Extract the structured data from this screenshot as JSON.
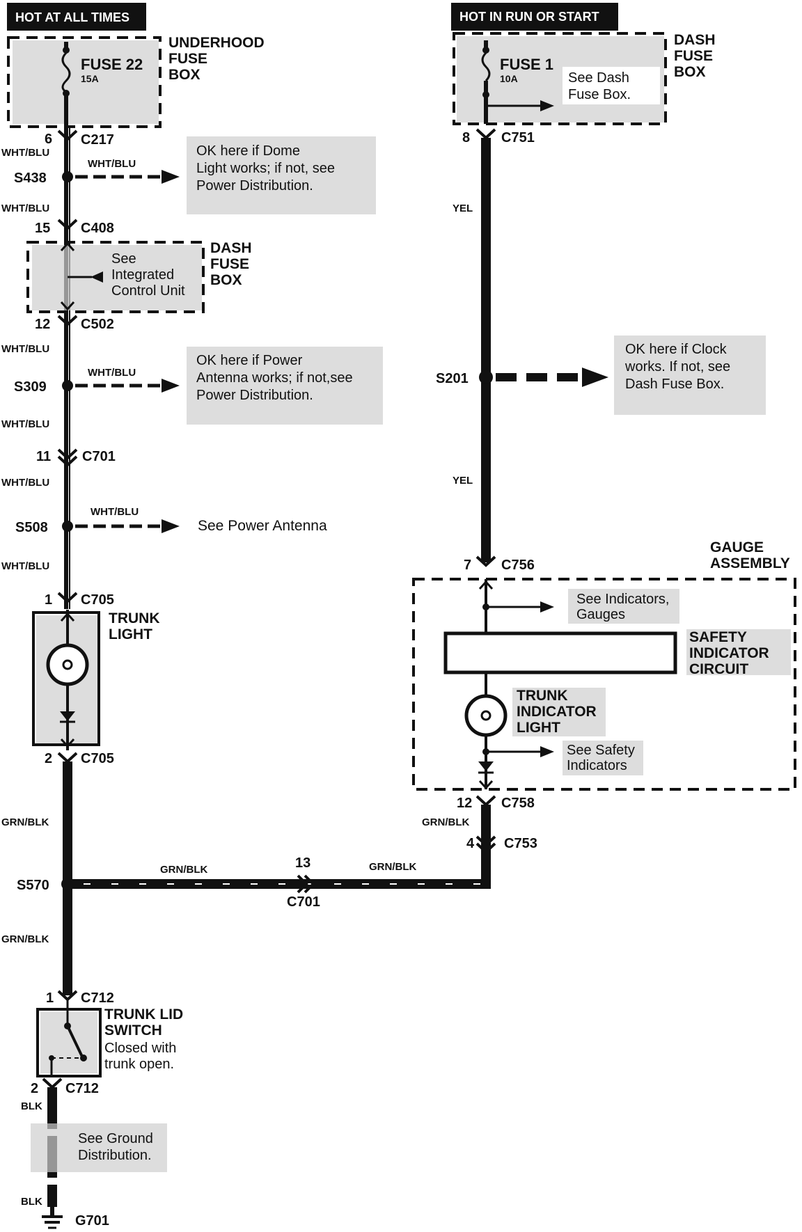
{
  "headers": {
    "left": "HOT AT ALL TIMES",
    "right": "HOT IN RUN OR START"
  },
  "underhood_fuse_box": {
    "title": "UNDERHOOD\nFUSE\nBOX",
    "fuse_name": "FUSE  22",
    "fuse_rating": "15A"
  },
  "dash_fuse_box_top": {
    "title": "DASH\nFUSE\nBOX",
    "fuse_name": "FUSE 1",
    "fuse_rating": "10A",
    "note": "See Dash\nFuse Box."
  },
  "dash_fuse_box_mid": {
    "title": "DASH\nFUSE\nBOX",
    "note": "See\nIntegrated\nControl Unit"
  },
  "left_chain": {
    "c217_pin": "6",
    "c217": "C217",
    "wire_wht_blu": "WHT/BLU",
    "s438": "S438",
    "s438_note": "OK here if Dome\nLight works; if not, see\nPower Distribution.",
    "c408_pin": "15",
    "c408": "C408",
    "c502_pin": "12",
    "c502": "C502",
    "s309": "S309",
    "s309_note": "OK here if Power\nAntenna works; if not,see\nPower Distribution.",
    "c701_pin": "11",
    "c701": "C701",
    "s508": "S508",
    "s508_note": "See Power Antenna",
    "c705_top_pin": "1",
    "c705_top": "C705",
    "trunk_light": "TRUNK\nLIGHT",
    "c705_bot_pin": "2",
    "c705_bot": "C705",
    "wire_grn_blk": "GRN/BLK",
    "s570": "S570",
    "c712_top_pin": "1",
    "c712_top": "C712",
    "switch_title": "TRUNK LID\nSWITCH",
    "switch_note": "Closed with\ntrunk open.",
    "c712_bot_pin": "2",
    "c712_bot": "C712",
    "wire_blk": "BLK",
    "ground_note": "See Ground\nDistribution.",
    "g701": "G701"
  },
  "right_chain": {
    "c751_pin": "8",
    "c751": "C751",
    "wire_yel": "YEL",
    "s201": "S201",
    "s201_note": "OK here if Clock\nworks. If not, see\nDash Fuse Box.",
    "c756_pin": "7",
    "c756": "C756",
    "gauge_title": "GAUGE\nASSEMBLY",
    "indicators_note": "See Indicators,\nGauges",
    "safety_circuit": "SAFETY\nINDICATOR\nCIRCUIT",
    "trunk_indicator": "TRUNK\nINDICATOR\nLIGHT",
    "safety_note": "See Safety\nIndicators",
    "c758_pin": "12",
    "c758": "C758",
    "wire_grn_blk": "GRN/BLK",
    "c753_pin": "4",
    "c753": "C753"
  },
  "bottom_link": {
    "wire_left": "GRN/BLK",
    "wire_right": "GRN/BLK",
    "c701_pin": "13",
    "c701": "C701"
  }
}
